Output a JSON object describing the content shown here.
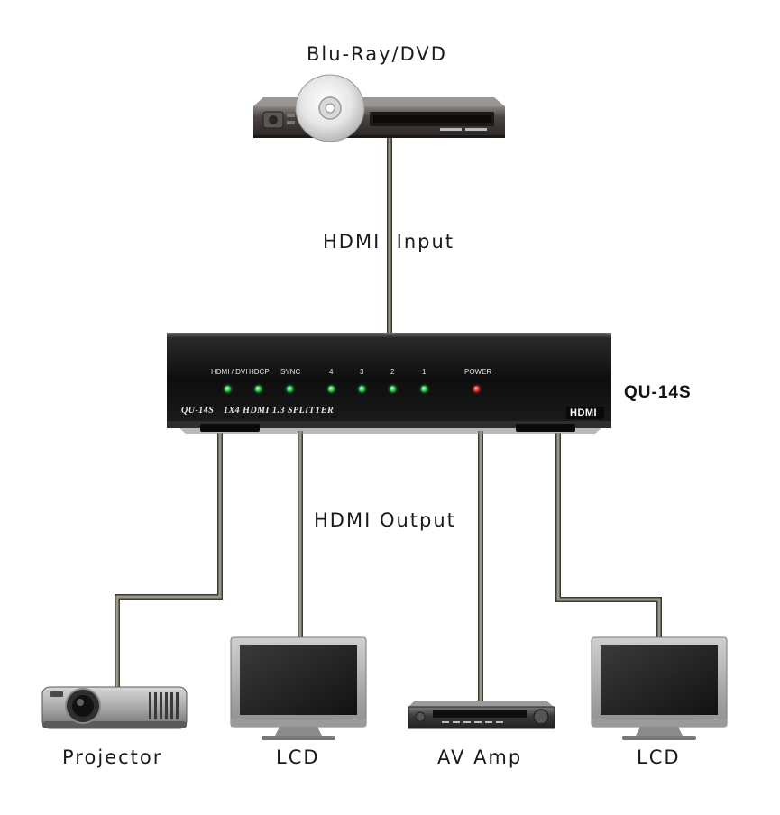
{
  "source": {
    "label": "Blu-Ray/DVD"
  },
  "input_label": "HDMI  Input",
  "output_label": "HDMI Output",
  "splitter": {
    "model": "QU-14S",
    "panel_model": "QU-14S",
    "panel_description": "1X4 HDMI 1.3 SPLITTER",
    "logo_text": "HDMI",
    "indicators": [
      "HDMI / DVI",
      "HDCP",
      "SYNC",
      "4",
      "3",
      "2",
      "1",
      "POWER"
    ]
  },
  "outputs": [
    {
      "label": "Projector"
    },
    {
      "label": "LCD"
    },
    {
      "label": "AV Amp"
    },
    {
      "label": "LCD"
    }
  ],
  "colors": {
    "cable": "#6f6c60",
    "cable_outline": "#3b3a33",
    "device_dark": "#1c1c1c",
    "led_green": "#22c94a",
    "led_red": "#e62222"
  }
}
